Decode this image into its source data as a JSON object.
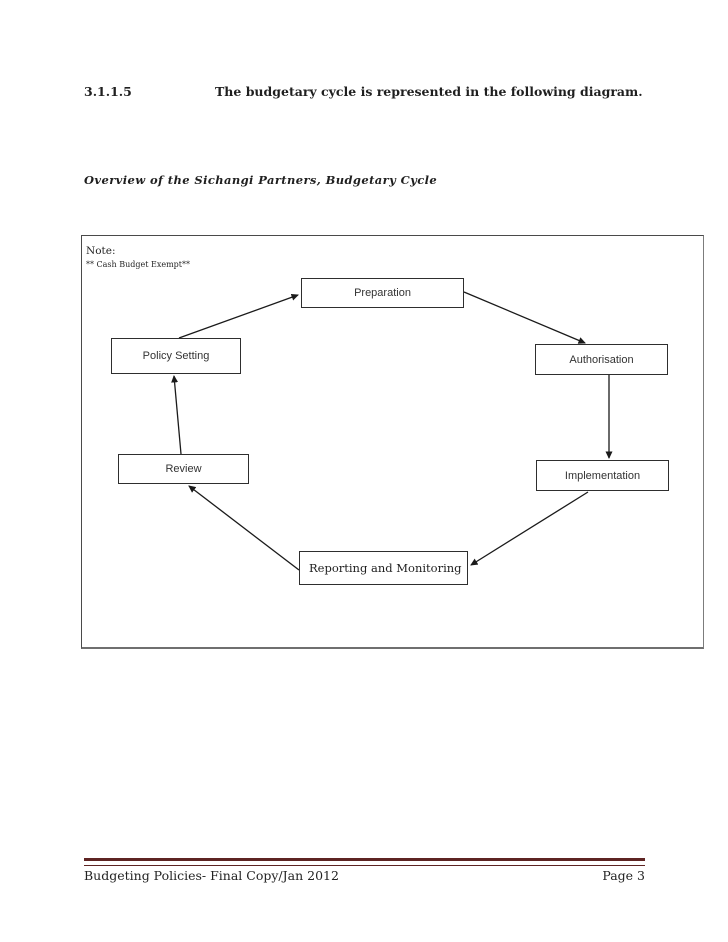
{
  "heading": {
    "section_number": "3.1.1.5",
    "text": "The budgetary cycle is represented in the following diagram."
  },
  "subtitle": "Overview of the Sichangi Partners, Budgetary Cycle",
  "diagram": {
    "note_label": "Note:",
    "note_text": "** Cash Budget Exempt**",
    "nodes": [
      {
        "id": "preparation",
        "label": "Preparation"
      },
      {
        "id": "authorisation",
        "label": "Authorisation"
      },
      {
        "id": "implementation",
        "label": "Implementation"
      },
      {
        "id": "reporting-and-monitoring",
        "label": "Reporting and Monitoring"
      },
      {
        "id": "review",
        "label": "Review"
      },
      {
        "id": "policy-setting",
        "label": "Policy Setting"
      }
    ],
    "cycle_order": [
      "Policy Setting",
      "Preparation",
      "Authorisation",
      "Implementation",
      "Reporting and Monitoring",
      "Review"
    ]
  },
  "footer": {
    "left": "Budgeting Policies- Final Copy/Jan 2012",
    "right": "Page 3",
    "rule_color": "#5e2423"
  }
}
